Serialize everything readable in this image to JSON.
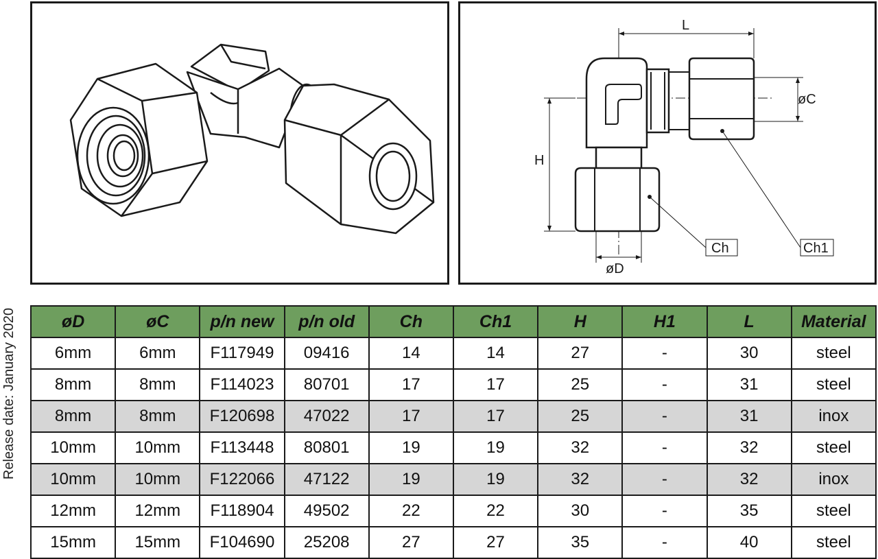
{
  "release_date": "Release date: January 2020",
  "drawing": {
    "label_L": "L",
    "label_C": "øC",
    "label_H": "H",
    "label_D": "øD",
    "label_Ch": "Ch",
    "label_Ch1": "Ch1"
  },
  "table": {
    "headers": [
      "øD",
      "øC",
      "p/n new",
      "p/n old",
      "Ch",
      "Ch1",
      "H",
      "H1",
      "L",
      "Material"
    ],
    "rows": [
      [
        "6mm",
        "6mm",
        "F117949",
        "09416",
        "14",
        "14",
        "27",
        "-",
        "30",
        "steel"
      ],
      [
        "8mm",
        "8mm",
        "F114023",
        "80701",
        "17",
        "17",
        "25",
        "-",
        "31",
        "steel"
      ],
      [
        "8mm",
        "8mm",
        "F120698",
        "47022",
        "17",
        "17",
        "25",
        "-",
        "31",
        "inox"
      ],
      [
        "10mm",
        "10mm",
        "F113448",
        "80801",
        "19",
        "19",
        "32",
        "-",
        "32",
        "steel"
      ],
      [
        "10mm",
        "10mm",
        "F122066",
        "47122",
        "19",
        "19",
        "32",
        "-",
        "32",
        "inox"
      ],
      [
        "12mm",
        "12mm",
        "F118904",
        "49502",
        "22",
        "22",
        "30",
        "-",
        "35",
        "steel"
      ],
      [
        "15mm",
        "15mm",
        "F104690",
        "25208",
        "27",
        "27",
        "35",
        "-",
        "40",
        "steel"
      ]
    ]
  },
  "colors": {
    "header_bg": "#6e9e5e",
    "inox_row_bg": "#d6d6d6",
    "line": "#1a1a1a"
  }
}
